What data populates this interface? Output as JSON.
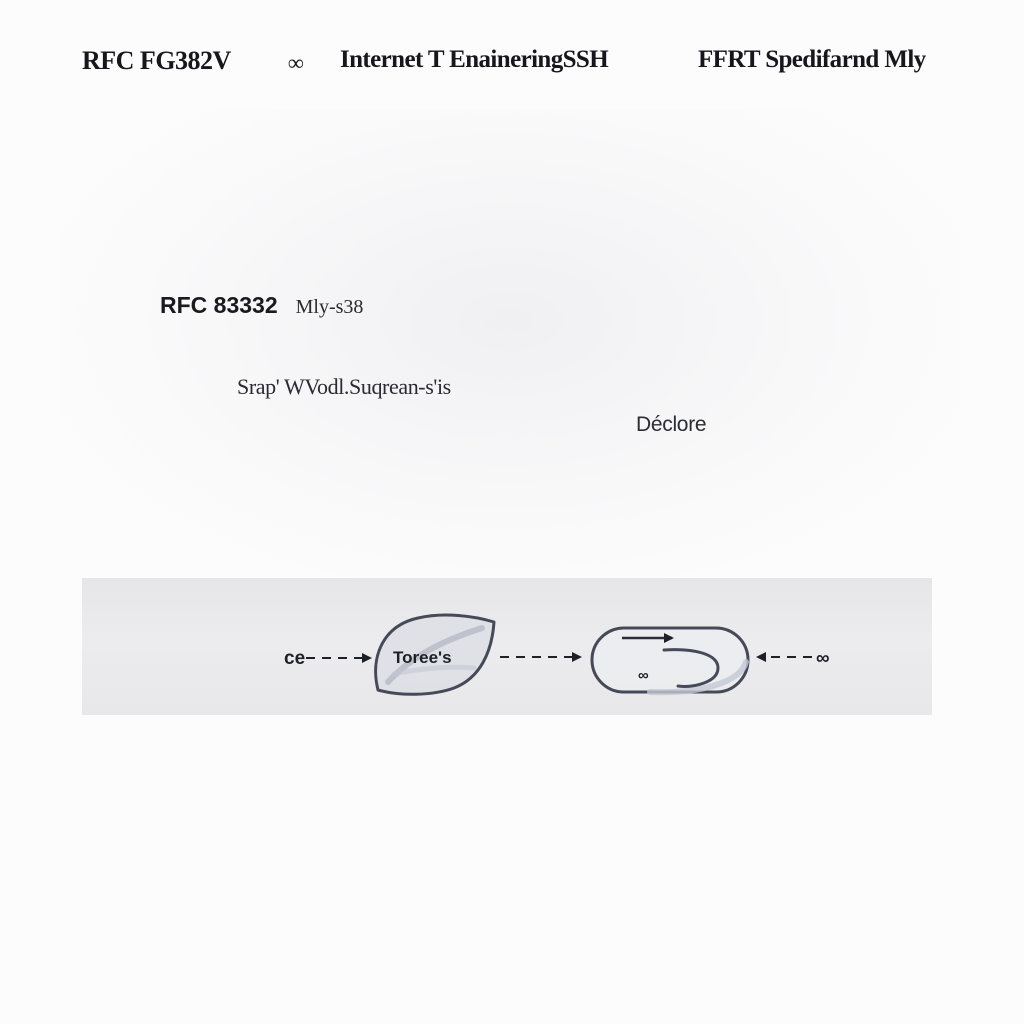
{
  "header": {
    "doc_id": "RFC FG382V",
    "separator": "∞",
    "org": "Internet T EnaineringSSH",
    "category": "FFRT Spedifarnd Mly"
  },
  "subheading": {
    "number": "RFC 83332",
    "date": "Mly-s38"
  },
  "line2": "Srap' WVodl.Suqrean-s'is",
  "label_right": "Déclore",
  "flow": {
    "left_end": "ce",
    "left_node": "Toree's",
    "right_node_glyph": "∞",
    "right_end": "∞"
  },
  "colors": {
    "ink": "#16161c",
    "band": "#e8e8ea",
    "shape_stroke": "#464a58",
    "shape_light": "#c8ccd8"
  }
}
